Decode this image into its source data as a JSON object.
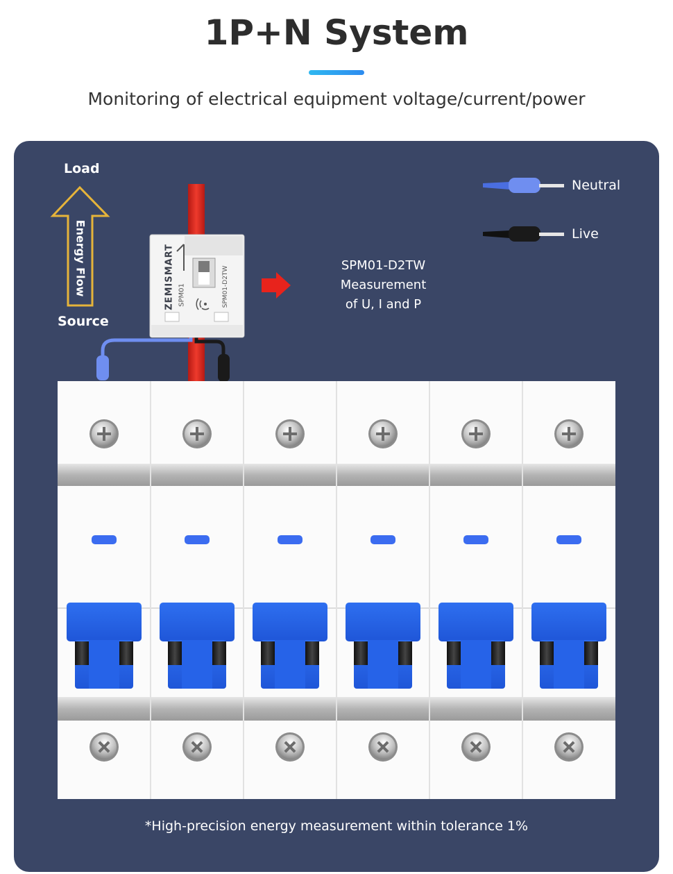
{
  "header": {
    "title": "1P+N System",
    "subtitle": "Monitoring of electrical equipment voltage/current/power"
  },
  "energy_flow": {
    "top_label": "Load",
    "bottom_label": "Source",
    "arrow_label": "Energy Flow"
  },
  "legend": {
    "items": [
      {
        "label": "Neutral",
        "color": "#6f8ef0",
        "icon": "blue-ferrule-wire-icon"
      },
      {
        "label": "Live",
        "color": "#1a1a1a",
        "icon": "black-ferrule-wire-icon"
      }
    ]
  },
  "device": {
    "brand": "ZEMISMART",
    "model": "SPM01",
    "model_full": "SPM01-D2TW",
    "icon": "wireless-signal-icon"
  },
  "description": {
    "line1": "SPM01-D2TW",
    "line2": "Measurement",
    "line3": "of U, I and P"
  },
  "breakers": {
    "count": 6,
    "toggle_color": "#2563e8",
    "indicator_color": "#3b6cf0"
  },
  "footnote": "*High-precision energy measurement within tolerance 1%",
  "colors": {
    "panel": "#3a4666",
    "accent": "#2d8bef",
    "live_bus": "#d9261f",
    "arrow": "#e6b43a",
    "pointer": "#e8231c"
  }
}
